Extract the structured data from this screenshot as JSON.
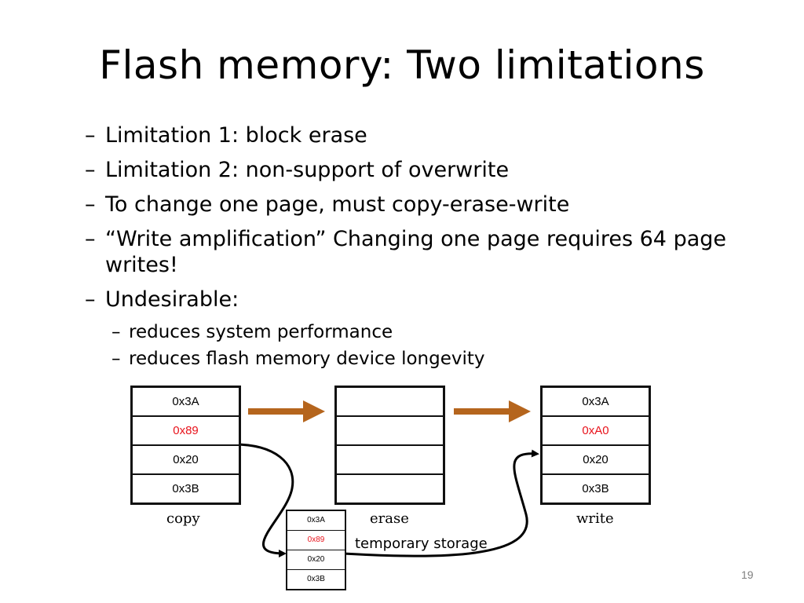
{
  "slide": {
    "title": "Flash memory: Two limitations",
    "bullets": [
      {
        "dash": "–",
        "text": "Limitation 1: block erase"
      },
      {
        "dash": "–",
        "text": "Limitation 2: non-support of overwrite"
      },
      {
        "dash": "–",
        "text": "To change one page, must copy-erase-write"
      },
      {
        "dash": "–",
        "text": "“Write amplification” Changing one page requires 64 page writes!"
      },
      {
        "dash": "–",
        "text": "Undesirable:"
      }
    ],
    "sub_bullets": [
      {
        "dash": "–",
        "text": "reduces system performance"
      },
      {
        "dash": "–",
        "text": "reduces flash memory device longevity"
      }
    ],
    "page_number": "19"
  },
  "diagram": {
    "copy_block": [
      "0x3A",
      "0x89",
      "0x20",
      "0x3B"
    ],
    "erase_block": [
      "",
      "",
      "",
      ""
    ],
    "write_block": [
      "0x3A",
      "0xA0",
      "0x20",
      "0x3B"
    ],
    "temp_block": [
      "0x3A",
      "0x89",
      "0x20",
      "0x3B"
    ],
    "labels": {
      "copy": "copy",
      "erase": "erase",
      "write": "write",
      "temporary": "temporary storage"
    },
    "colors": {
      "arrow": "#b5651d",
      "highlight": "#e8131c"
    }
  }
}
